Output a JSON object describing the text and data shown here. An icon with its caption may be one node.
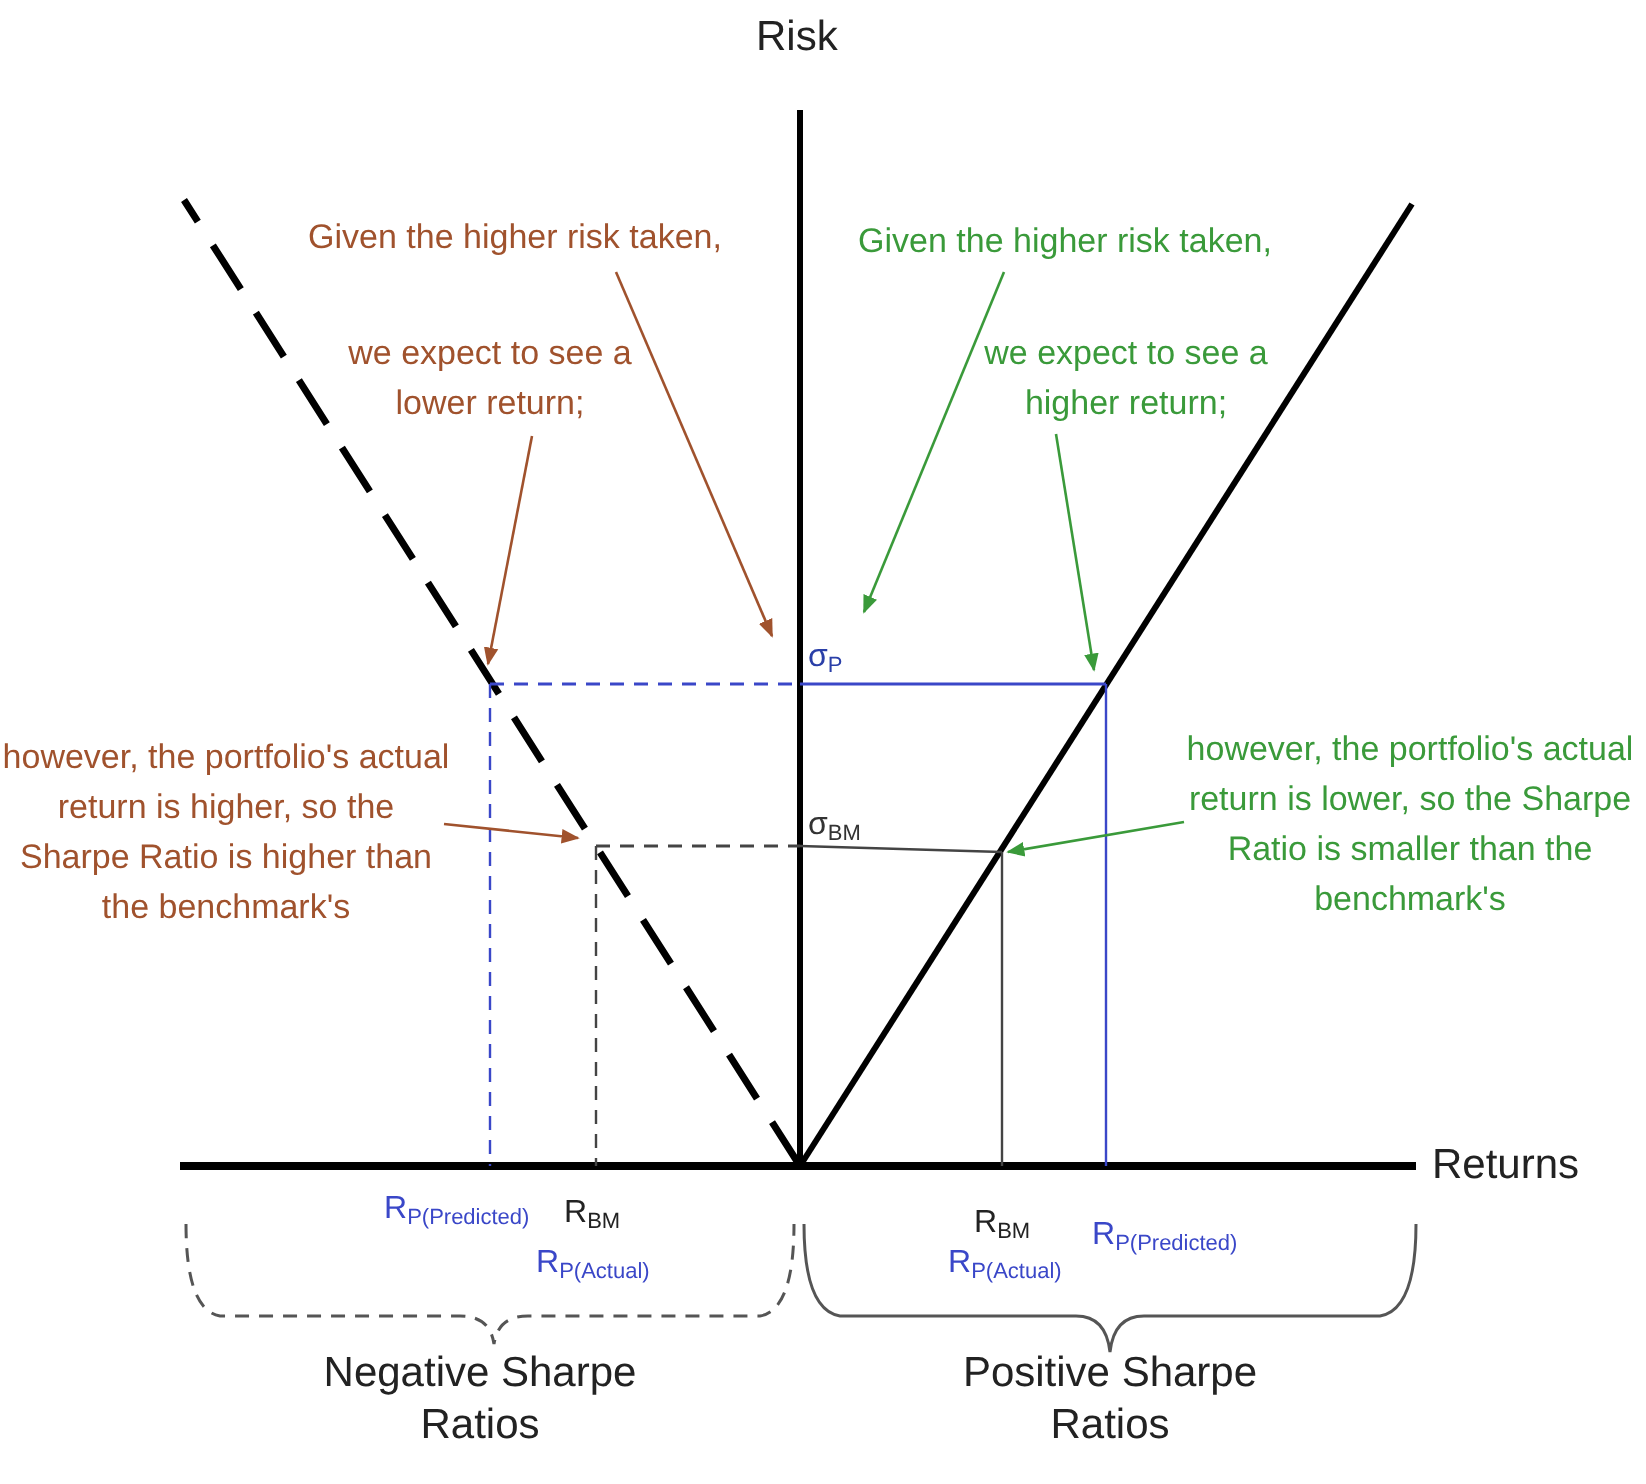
{
  "diagram": {
    "nodes": [
      {
        "text": [
          "Given the higher risk taken,"
        ]
      },
      {
        "text": [
          "we expect to see a lower return;"
        ]
      },
      {
        "text": [
          "Given the higher risk taken,"
        ]
      },
      {
        "text": [
          "we expect to see a higher return;"
        ]
      },
      {
        "text": [
          "however, the portfolio's actual return is higher, so the Sharpe Ratio is higher than the benchmark's"
        ]
      },
      {
        "text": [
          "however, the portfolio's actual return is lower, so the Sharpe Ratio is smaller than the benchmark's"
        ]
      }
    ],
    "edges": [
      {
        "from": 0,
        "to": null,
        "arrow": "to",
        "color": "#a0522d"
      },
      {
        "from": 1,
        "to": null,
        "arrow": "to",
        "color": "#a0522d"
      },
      {
        "from": 2,
        "to": null,
        "arrow": "to",
        "color": "#3a9a3a"
      },
      {
        "from": 3,
        "to": null,
        "arrow": "to",
        "color": "#3a9a3a"
      },
      {
        "from": 4,
        "to": null,
        "arrow": "to",
        "color": "#a0522d"
      },
      {
        "from": 5,
        "to": null,
        "arrow": "to",
        "color": "#3a9a3a"
      }
    ],
    "labels": [
      "Risk",
      "σ$_{P}$",
      "σ$_{BM}$",
      "Returns",
      "R$_{P(Predicted)}$",
      "R$_{BM}$",
      "R$_{P(Actual)}$",
      "R$_{BM}$",
      "R$_{P(Actual)}$",
      "R$_{P(Predicted)}$",
      "Negative Sharpe Ratios",
      "Positive Sharpe Ratios"
    ]
  }
}
